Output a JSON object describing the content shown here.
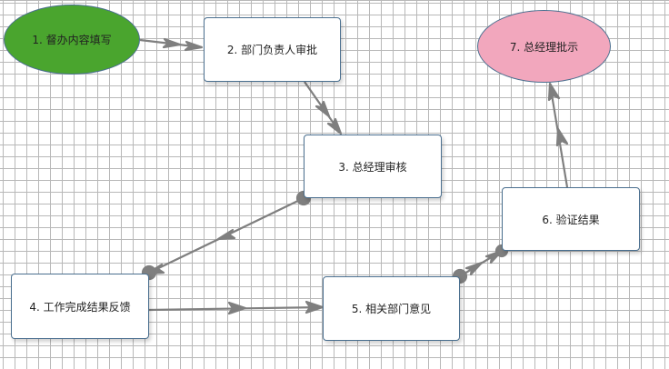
{
  "colors": {
    "start_fill": "#4aa52e",
    "end_fill": "#f2a7bd",
    "link": "#7f7f7f"
  },
  "nodes": {
    "n1": {
      "label": "1. 督办内容填写"
    },
    "n2": {
      "label": "2. 部门负责人审批"
    },
    "n3": {
      "label": "3. 总经理审核"
    },
    "n4": {
      "label": "4. 工作完成结果反馈"
    },
    "n5": {
      "label": "5. 相关部门意见"
    },
    "n6": {
      "label": "6. 验证结果"
    },
    "n7": {
      "label": "7. 总经理批示"
    }
  }
}
